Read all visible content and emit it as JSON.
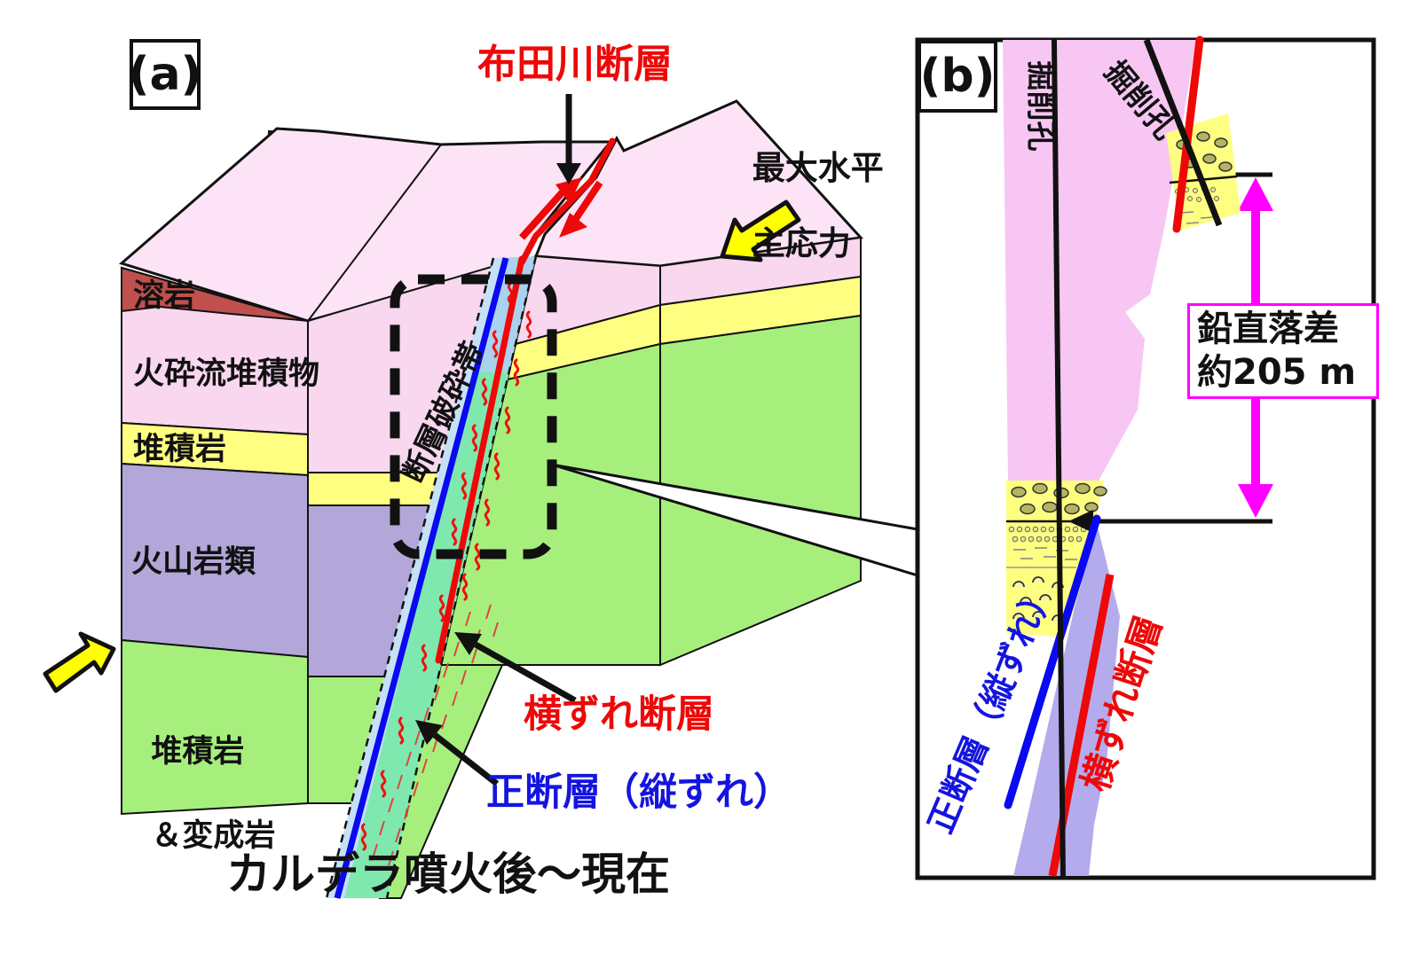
{
  "figure": {
    "description": "Geological block diagram of the Futagawa fault and borehole cross-section",
    "caption": "カルデラ噴火後～現在"
  },
  "colors": {
    "ink": "#111111",
    "red_accent": "#ee0808",
    "blue_accent": "#1414e0",
    "magenta": "#ff00ff",
    "yellow_arrow": "#ffff00",
    "pink_top": "#fce3f5",
    "pink_front": "#f8d7ef",
    "pink_b": "#f7c6f3",
    "lava_red": "#c0504d",
    "tan_band": "#d3a49b",
    "layer_yellow": "#feff80",
    "layer_purple": "#b2a7d8",
    "layer_green": "#a7ef7d",
    "zone_blue": "#a9d2ee",
    "zone_teal": "#7fe8ae",
    "zone_lavender": "#b3abec"
  },
  "panel_a": {
    "tag": "(a)",
    "fault_name": "布田川断層",
    "stress_line1": "最大水平",
    "stress_line2": "主応力",
    "layers": {
      "lava": "溶岩",
      "pyroclastic": "火砕流堆積物",
      "sedimentary": "堆積岩",
      "volcanic": "火山岩類",
      "sed_meta_line1": "堆積岩",
      "sed_meta_line2": "＆変成岩"
    },
    "fracture_zone": "断層破砕帯",
    "strike_slip_fault": "横ずれ断層",
    "normal_fault": "正断層（縦ずれ）",
    "caption": "カルデラ噴火後～現在"
  },
  "panel_b": {
    "tag": "(b)",
    "borehole_vertical": "掘削孔",
    "borehole_inclined": "掘削孔",
    "offset_line1": "鉛直落差",
    "offset_line2": "約205 m",
    "normal_fault": "正断層（縦ずれ）",
    "strike_slip_fault": "横ずれ断層"
  }
}
